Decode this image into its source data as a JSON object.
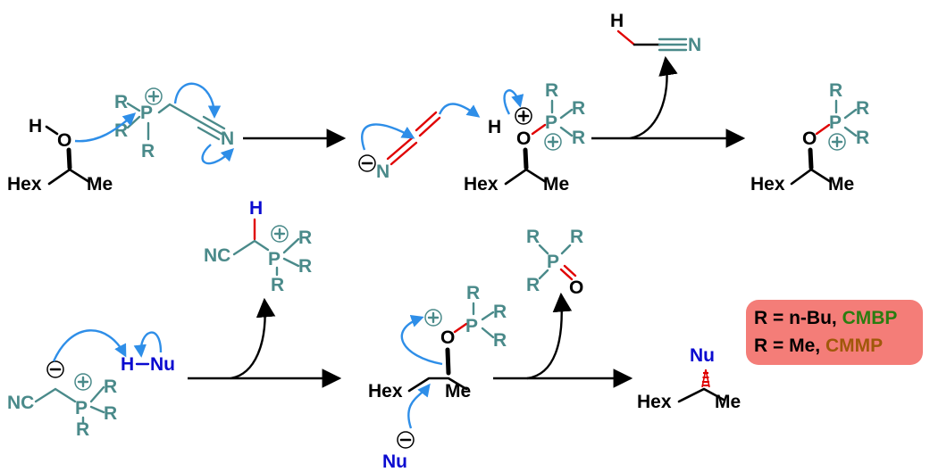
{
  "labels": {
    "R": "R",
    "P": "P",
    "O": "O",
    "H": "H",
    "N": "N",
    "Hex": "Hex",
    "Me": "Me",
    "NC": "NC",
    "Nu": "Nu",
    "HNu_H": "H",
    "HNu_Nu": "Nu",
    "plus": "+",
    "minus": "−"
  },
  "legend": {
    "line1_prefix": "R = n-Bu, ",
    "line1_name": "CMBP",
    "line2_prefix": "R = Me, ",
    "line2_name": "CMMP"
  },
  "colors": {
    "phosphonium": "#4a8a8a",
    "nucleophile": "#0a0ad0",
    "new_bond": "#e00000",
    "curly_arrow": "#2e8ee8",
    "legend_bg": "#f47d78",
    "cmbp": "#2a7d10",
    "cmmp": "#a0580a"
  }
}
